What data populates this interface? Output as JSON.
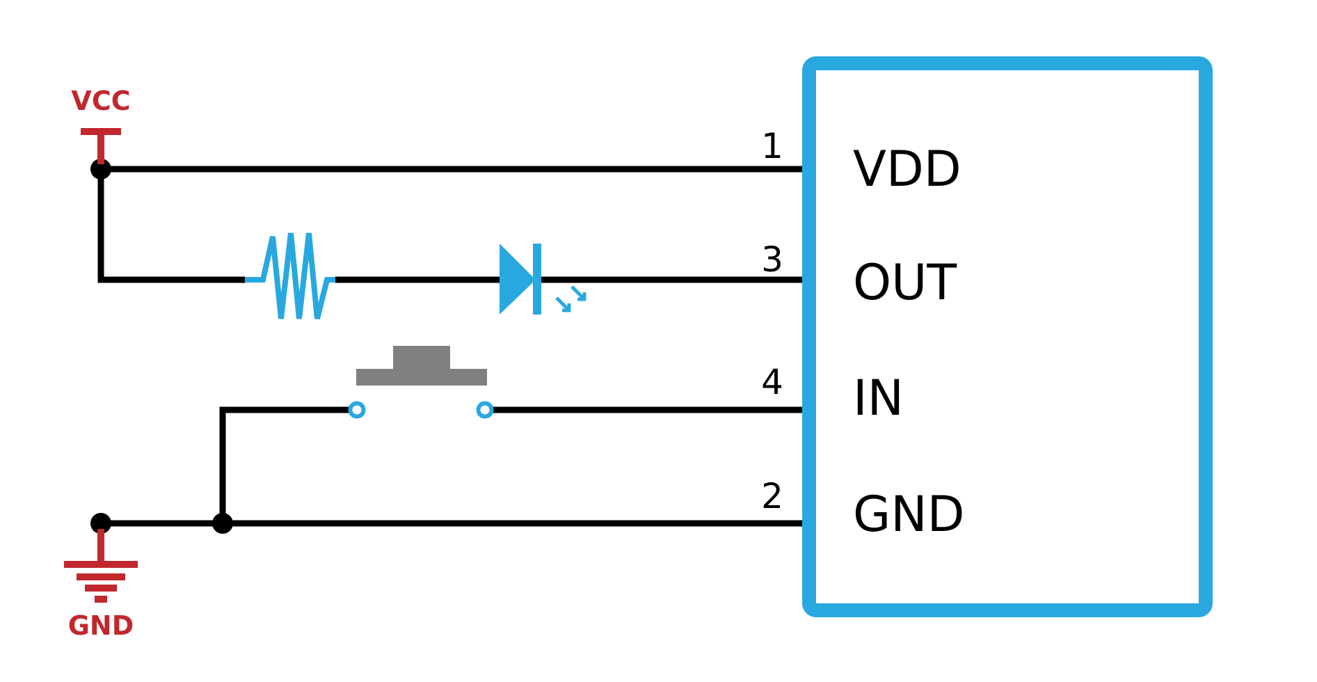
{
  "colors": {
    "wire": "#000000",
    "component": "#29A8E0",
    "power": "#C1272D",
    "button_cap": "#808080",
    "background": "#FFFFFF"
  },
  "power": {
    "vcc_label": "VCC",
    "gnd_label": "GND"
  },
  "module": {
    "pins": [
      {
        "number": "1",
        "name": "VDD"
      },
      {
        "number": "3",
        "name": "OUT"
      },
      {
        "number": "4",
        "name": "IN"
      },
      {
        "number": "2",
        "name": "GND"
      }
    ]
  },
  "components": {
    "resistor": "resistor-icon",
    "led": "led-icon",
    "button": "push-button-icon",
    "vcc": "vcc-symbol",
    "ground": "ground-symbol"
  }
}
